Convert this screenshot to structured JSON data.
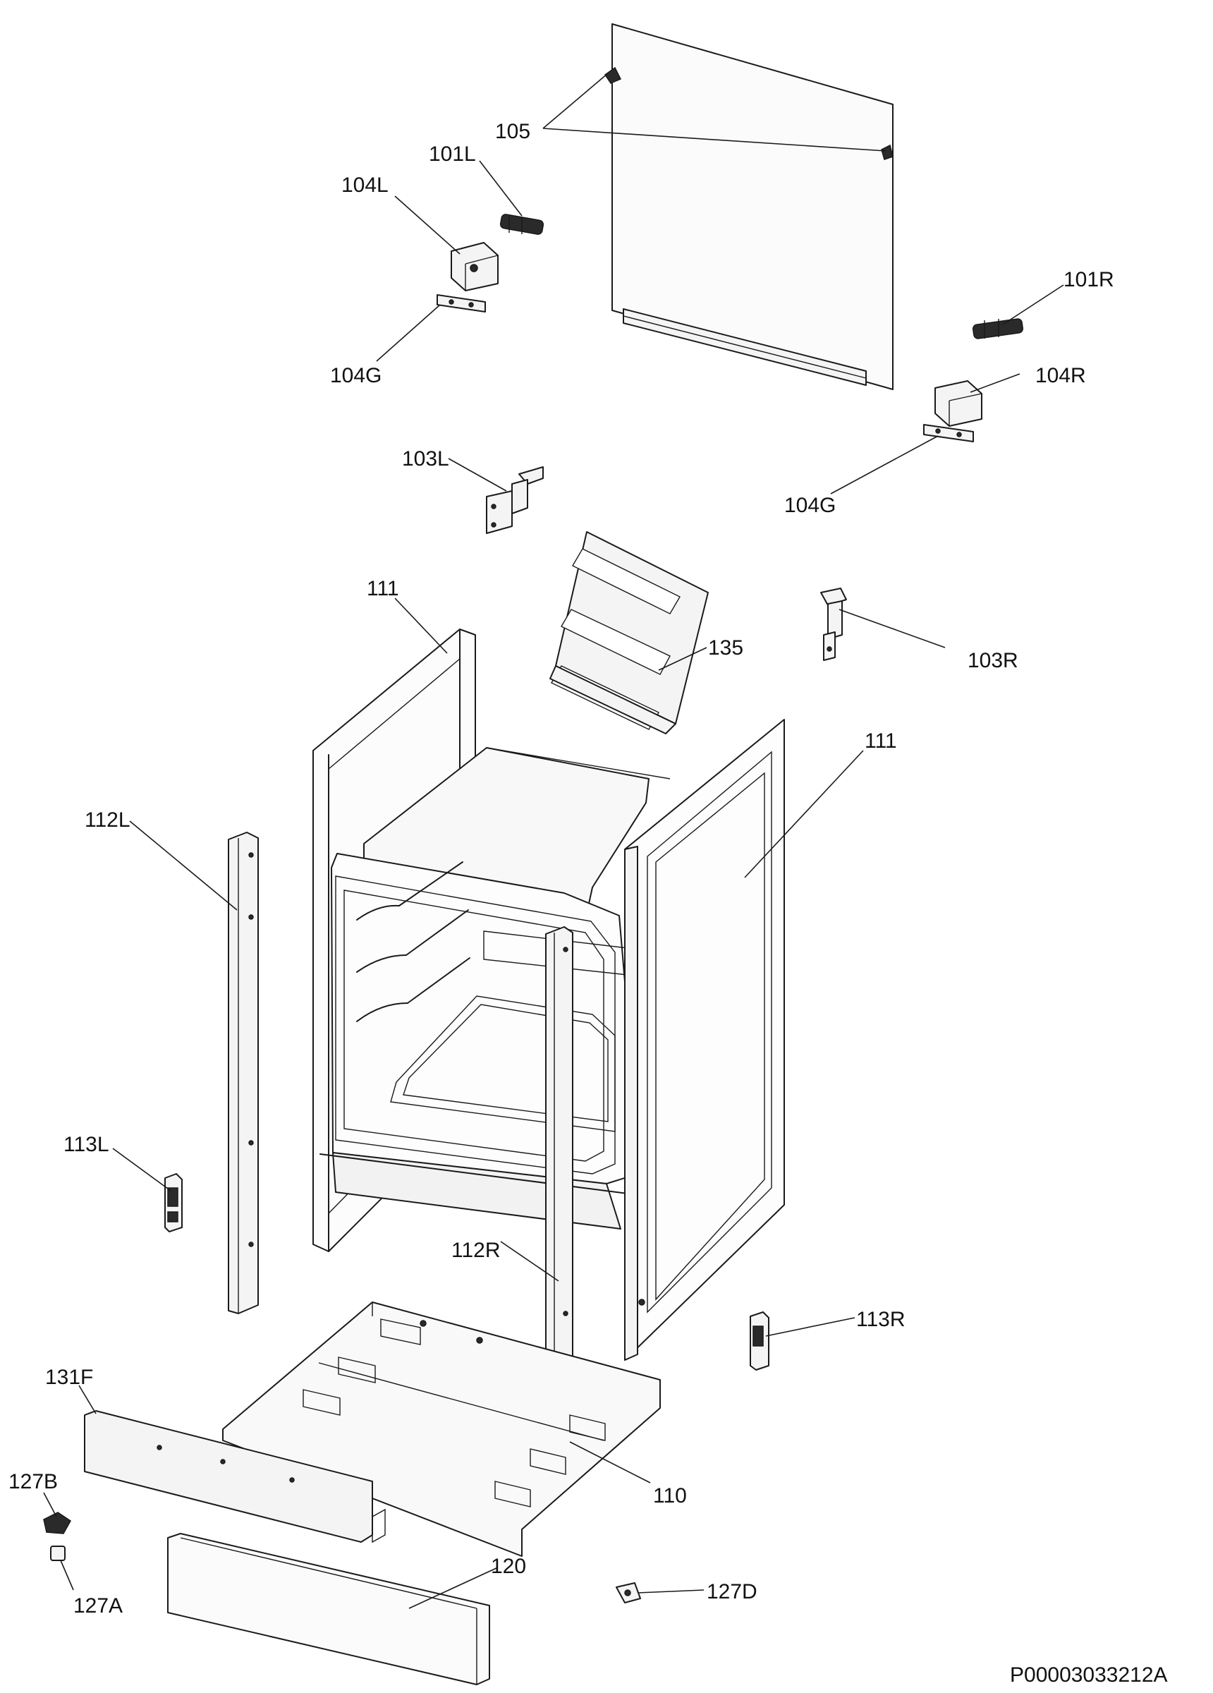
{
  "labels": {
    "p105": "105",
    "p101L": "101L",
    "p104L": "104L",
    "p104G_left": "104G",
    "p101R": "101R",
    "p104R": "104R",
    "p104G_right": "104G",
    "p103L": "103L",
    "p103R": "103R",
    "p111_left": "111",
    "p111_right": "111",
    "p135": "135",
    "p112L": "112L",
    "p112R": "112R",
    "p113L": "113L",
    "p113R": "113R",
    "p131F": "131F",
    "p127B": "127B",
    "p127A": "127A",
    "p110": "110",
    "p120": "120",
    "p127D": "127D"
  },
  "drawing_code": "P00003033212A"
}
